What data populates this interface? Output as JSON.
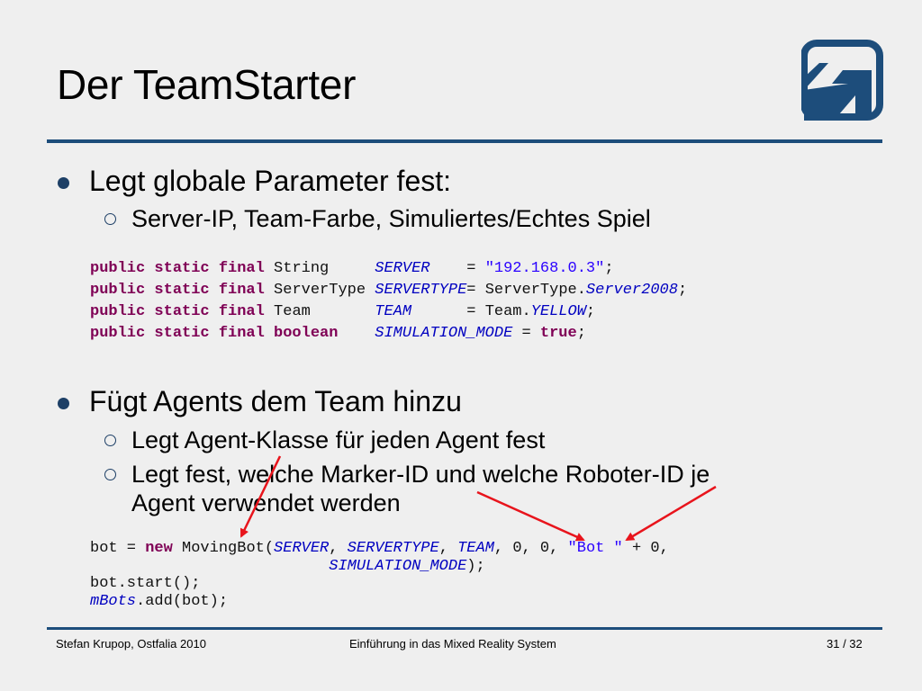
{
  "slide": {
    "title": "Der TeamStarter",
    "logo_icon": "ostfalia-logo-icon",
    "accent_color": "#1d4d7b"
  },
  "bullets": [
    {
      "text": "Legt globale Parameter fest:",
      "sub": [
        "Server-IP, Team-Farbe, Simuliertes/Echtes Spiel"
      ]
    },
    {
      "text": "Fügt Agents dem Team hinzu",
      "sub": [
        "Legt Agent-Klasse für jeden Agent fest",
        "Legt fest, welche Marker-ID und welche Roboter-ID je",
        "Agent verwendet werden"
      ]
    }
  ],
  "code1": [
    [
      {
        "t": "public static final",
        "c": "kw"
      },
      {
        "t": " String     ",
        "c": "pl"
      },
      {
        "t": "SERVER",
        "c": "fld"
      },
      {
        "t": "    = ",
        "c": "pl"
      },
      {
        "t": "\"192.168.0.3\"",
        "c": "str"
      },
      {
        "t": ";",
        "c": "pl"
      }
    ],
    [
      {
        "t": "public static final",
        "c": "kw"
      },
      {
        "t": " ServerType ",
        "c": "pl"
      },
      {
        "t": "SERVERTYPE",
        "c": "fld"
      },
      {
        "t": "= ServerType.",
        "c": "pl"
      },
      {
        "t": "Server2008",
        "c": "fld"
      },
      {
        "t": ";",
        "c": "pl"
      }
    ],
    [
      {
        "t": "public static final",
        "c": "kw"
      },
      {
        "t": " Team       ",
        "c": "pl"
      },
      {
        "t": "TEAM",
        "c": "fld"
      },
      {
        "t": "      = Team.",
        "c": "pl"
      },
      {
        "t": "YELLOW",
        "c": "fld"
      },
      {
        "t": ";",
        "c": "pl"
      }
    ],
    [
      {
        "t": "public static final boolean",
        "c": "kw"
      },
      {
        "t": "    ",
        "c": "pl"
      },
      {
        "t": "SIMULATION_MODE",
        "c": "fld"
      },
      {
        "t": " = ",
        "c": "pl"
      },
      {
        "t": "true",
        "c": "kw"
      },
      {
        "t": ";",
        "c": "pl"
      }
    ]
  ],
  "code2": [
    [
      {
        "t": "bot = ",
        "c": "pl"
      },
      {
        "t": "new",
        "c": "kw"
      },
      {
        "t": " MovingBot(",
        "c": "pl"
      },
      {
        "t": "SERVER",
        "c": "fld"
      },
      {
        "t": ", ",
        "c": "pl"
      },
      {
        "t": "SERVERTYPE",
        "c": "fld"
      },
      {
        "t": ", ",
        "c": "pl"
      },
      {
        "t": "TEAM",
        "c": "fld"
      },
      {
        "t": ", 0, 0, ",
        "c": "pl"
      },
      {
        "t": "\"Bot \"",
        "c": "str"
      },
      {
        "t": " + 0,",
        "c": "pl"
      }
    ],
    [
      {
        "t": "                          ",
        "c": "pl"
      },
      {
        "t": "SIMULATION_MODE",
        "c": "fld"
      },
      {
        "t": ");",
        "c": "pl"
      }
    ],
    [
      {
        "t": "bot.start();",
        "c": "pl"
      }
    ],
    [
      {
        "t": "mBots",
        "c": "fld"
      },
      {
        "t": ".add(bot);",
        "c": "pl"
      }
    ]
  ],
  "annotations": {
    "arrow_color": "#e8141c",
    "arrow_count": 3
  },
  "footer": {
    "left": "Stefan Krupop, Ostfalia 2010",
    "center": "Einführung in das Mixed Reality System",
    "right": "31 / 32"
  }
}
